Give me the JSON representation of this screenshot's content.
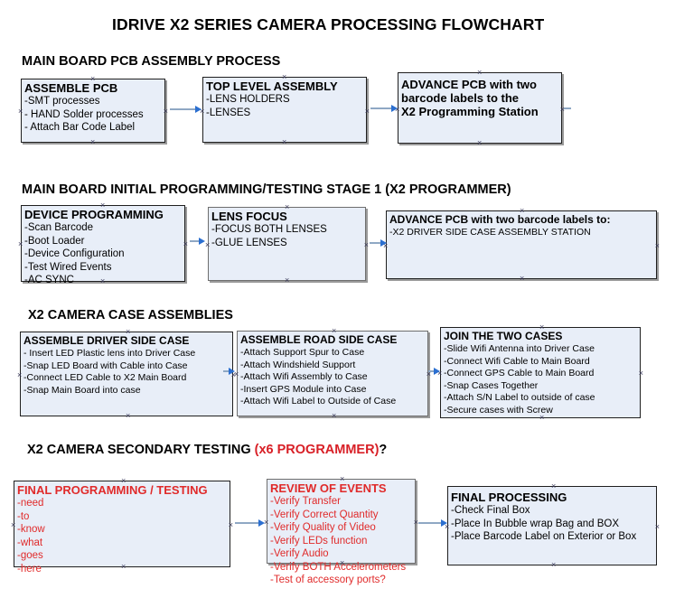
{
  "title": "IDRIVE X2  SERIES CAMERA PROCESSING FLOWCHART",
  "colors": {
    "box_fill": "#e8eef8",
    "box_border": "#1f1f1f",
    "arrow_line": "#8fa8c4",
    "arrow_head": "#2b6fd0",
    "red_text": "#e02a2a",
    "header_red": "#d81f26",
    "text": "#000000"
  },
  "sections": [
    {
      "id": "pcb-assembly",
      "header": "MAIN BOARD PCB ASSEMBLY PROCESS",
      "header_red": "",
      "header_tail": "",
      "nodes": [
        {
          "id": "assemble-pcb",
          "head": "ASSEMBLE PCB",
          "lines": [
            "-SMT processes",
            "- HAND Solder processes",
            "- Attach Bar Code Label"
          ]
        },
        {
          "id": "top-level-assembly",
          "head": "TOP LEVEL ASSEMBLY",
          "lines": [
            "-LENS HOLDERS",
            "-LENSES"
          ]
        },
        {
          "id": "advance-pcb-x2-station",
          "head": "ADVANCE PCB with two",
          "lines": [
            "barcode labels to the",
            " X2 Programming Station"
          ]
        }
      ]
    },
    {
      "id": "initial-programming",
      "header": "MAIN BOARD INITIAL PROGRAMMING/TESTING STAGE 1 (X2 PROGRAMMER)",
      "nodes": [
        {
          "id": "device-programming",
          "head": "DEVICE PROGRAMMING",
          "lines": [
            "-Scan Barcode",
            "-Boot Loader",
            "-Device Configuration",
            "-Test Wired Events",
            "-AC SYNC"
          ]
        },
        {
          "id": "lens-focus",
          "head": "LENS FOCUS",
          "lines": [
            "-FOCUS BOTH LENSES",
            "-GLUE LENSES"
          ]
        },
        {
          "id": "advance-pcb-driver-case",
          "head": "ADVANCE PCB with two barcode labels to:",
          "lines": [
            "-X2 DRIVER  SIDE  CASE  ASSEMBLY STATION"
          ]
        }
      ]
    },
    {
      "id": "case-assemblies",
      "header": "X2 CAMERA CASE ASSEMBLIES",
      "nodes": [
        {
          "id": "assemble-driver-side-case",
          "head": "ASSEMBLE DRIVER SIDE CASE",
          "lines": [
            "- Insert LED Plastic lens into Driver Case",
            "-Snap LED Board with Cable into Case",
            "-Connect LED Cable to X2 Main Board",
            "-Snap Main Board into case"
          ]
        },
        {
          "id": "assemble-road-side-case",
          "head": "ASSEMBLE ROAD SIDE CASE",
          "lines": [
            "-Attach Support Spur to Case",
            "-Attach Windshield Support",
            "-Attach Wifi Assembly to Case",
            "-Insert GPS Module into Case",
            "-Attach Wifi Label to Outside of Case"
          ]
        },
        {
          "id": "join-the-two-cases",
          "head": "JOIN THE TWO CASES",
          "lines": [
            "-Slide Wifi Antenna into Driver Case",
            "-Connect Wifi Cable to Main Board",
            "-Connect GPS Cable to Main Board",
            "-Snap Cases Together",
            "-Attach S/N Label to outside of case",
            "-Secure cases with Screw"
          ]
        }
      ]
    },
    {
      "id": "secondary-testing",
      "header": "X2 CAMERA SECONDARY TESTING ",
      "header_red": "(x6 PROGRAMMER)",
      "header_tail": "?",
      "nodes": [
        {
          "id": "final-programming-testing",
          "head": "FINAL PROGRAMMING / TESTING",
          "lines": [
            "-need",
            "-to",
            "-know",
            "-what",
            "-goes",
            "-here"
          ]
        },
        {
          "id": "review-of-events",
          "head": "REVIEW OF EVENTS",
          "lines": [
            "-Verify Transfer",
            "-Verify Correct Quantity",
            "-Verify Quality of Video",
            "-Verify LEDs function",
            "-Verify Audio",
            "-Verify BOTH Accelerometers",
            "-Test of accessory ports?"
          ]
        },
        {
          "id": "final-processing",
          "head": "FINAL PROCESSING",
          "lines": [
            " -Check Final Box",
            "-Place In Bubble wrap Bag and BOX",
            "-Place Barcode Label on Exterior or Box"
          ]
        }
      ]
    }
  ]
}
